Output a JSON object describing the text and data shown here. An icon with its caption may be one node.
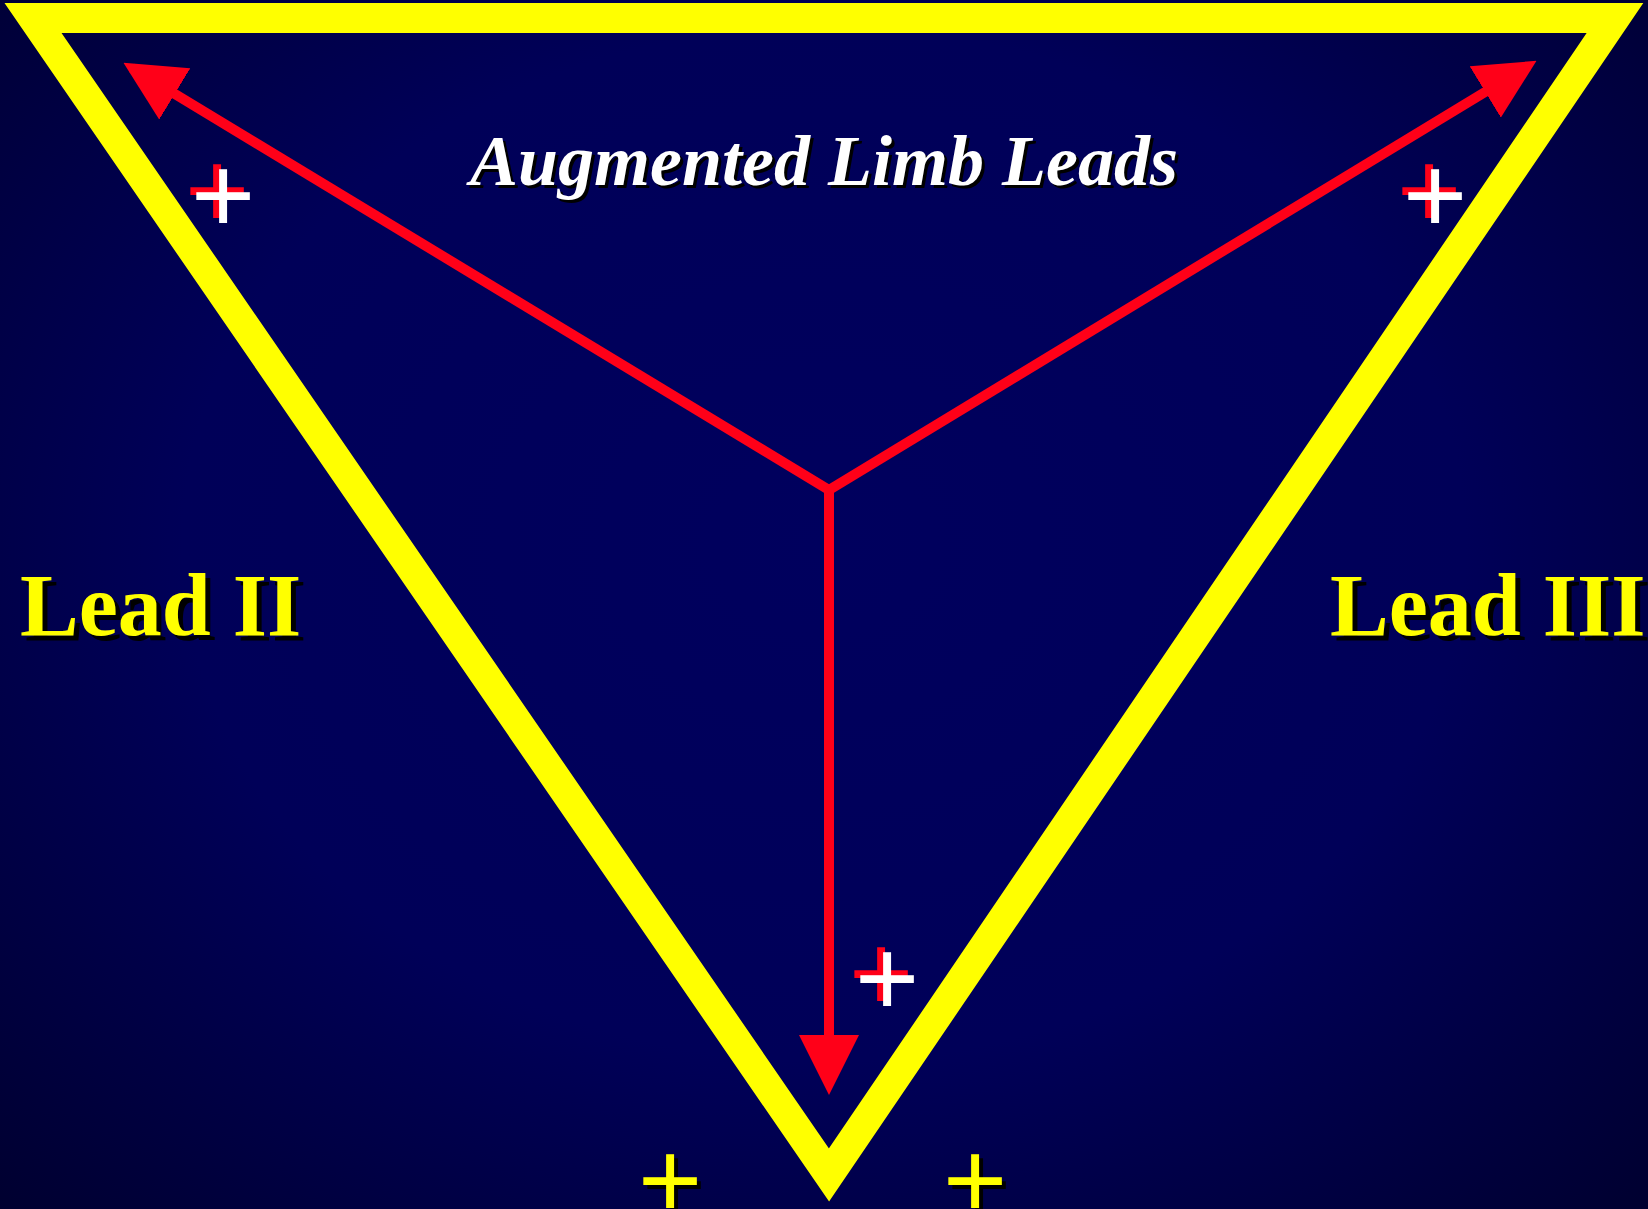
{
  "diagram": {
    "title": "Augmented Limb Leads",
    "labels": [
      "+",
      "+",
      "Lead II",
      "Lead III",
      "+",
      "+",
      "+"
    ]
  }
}
